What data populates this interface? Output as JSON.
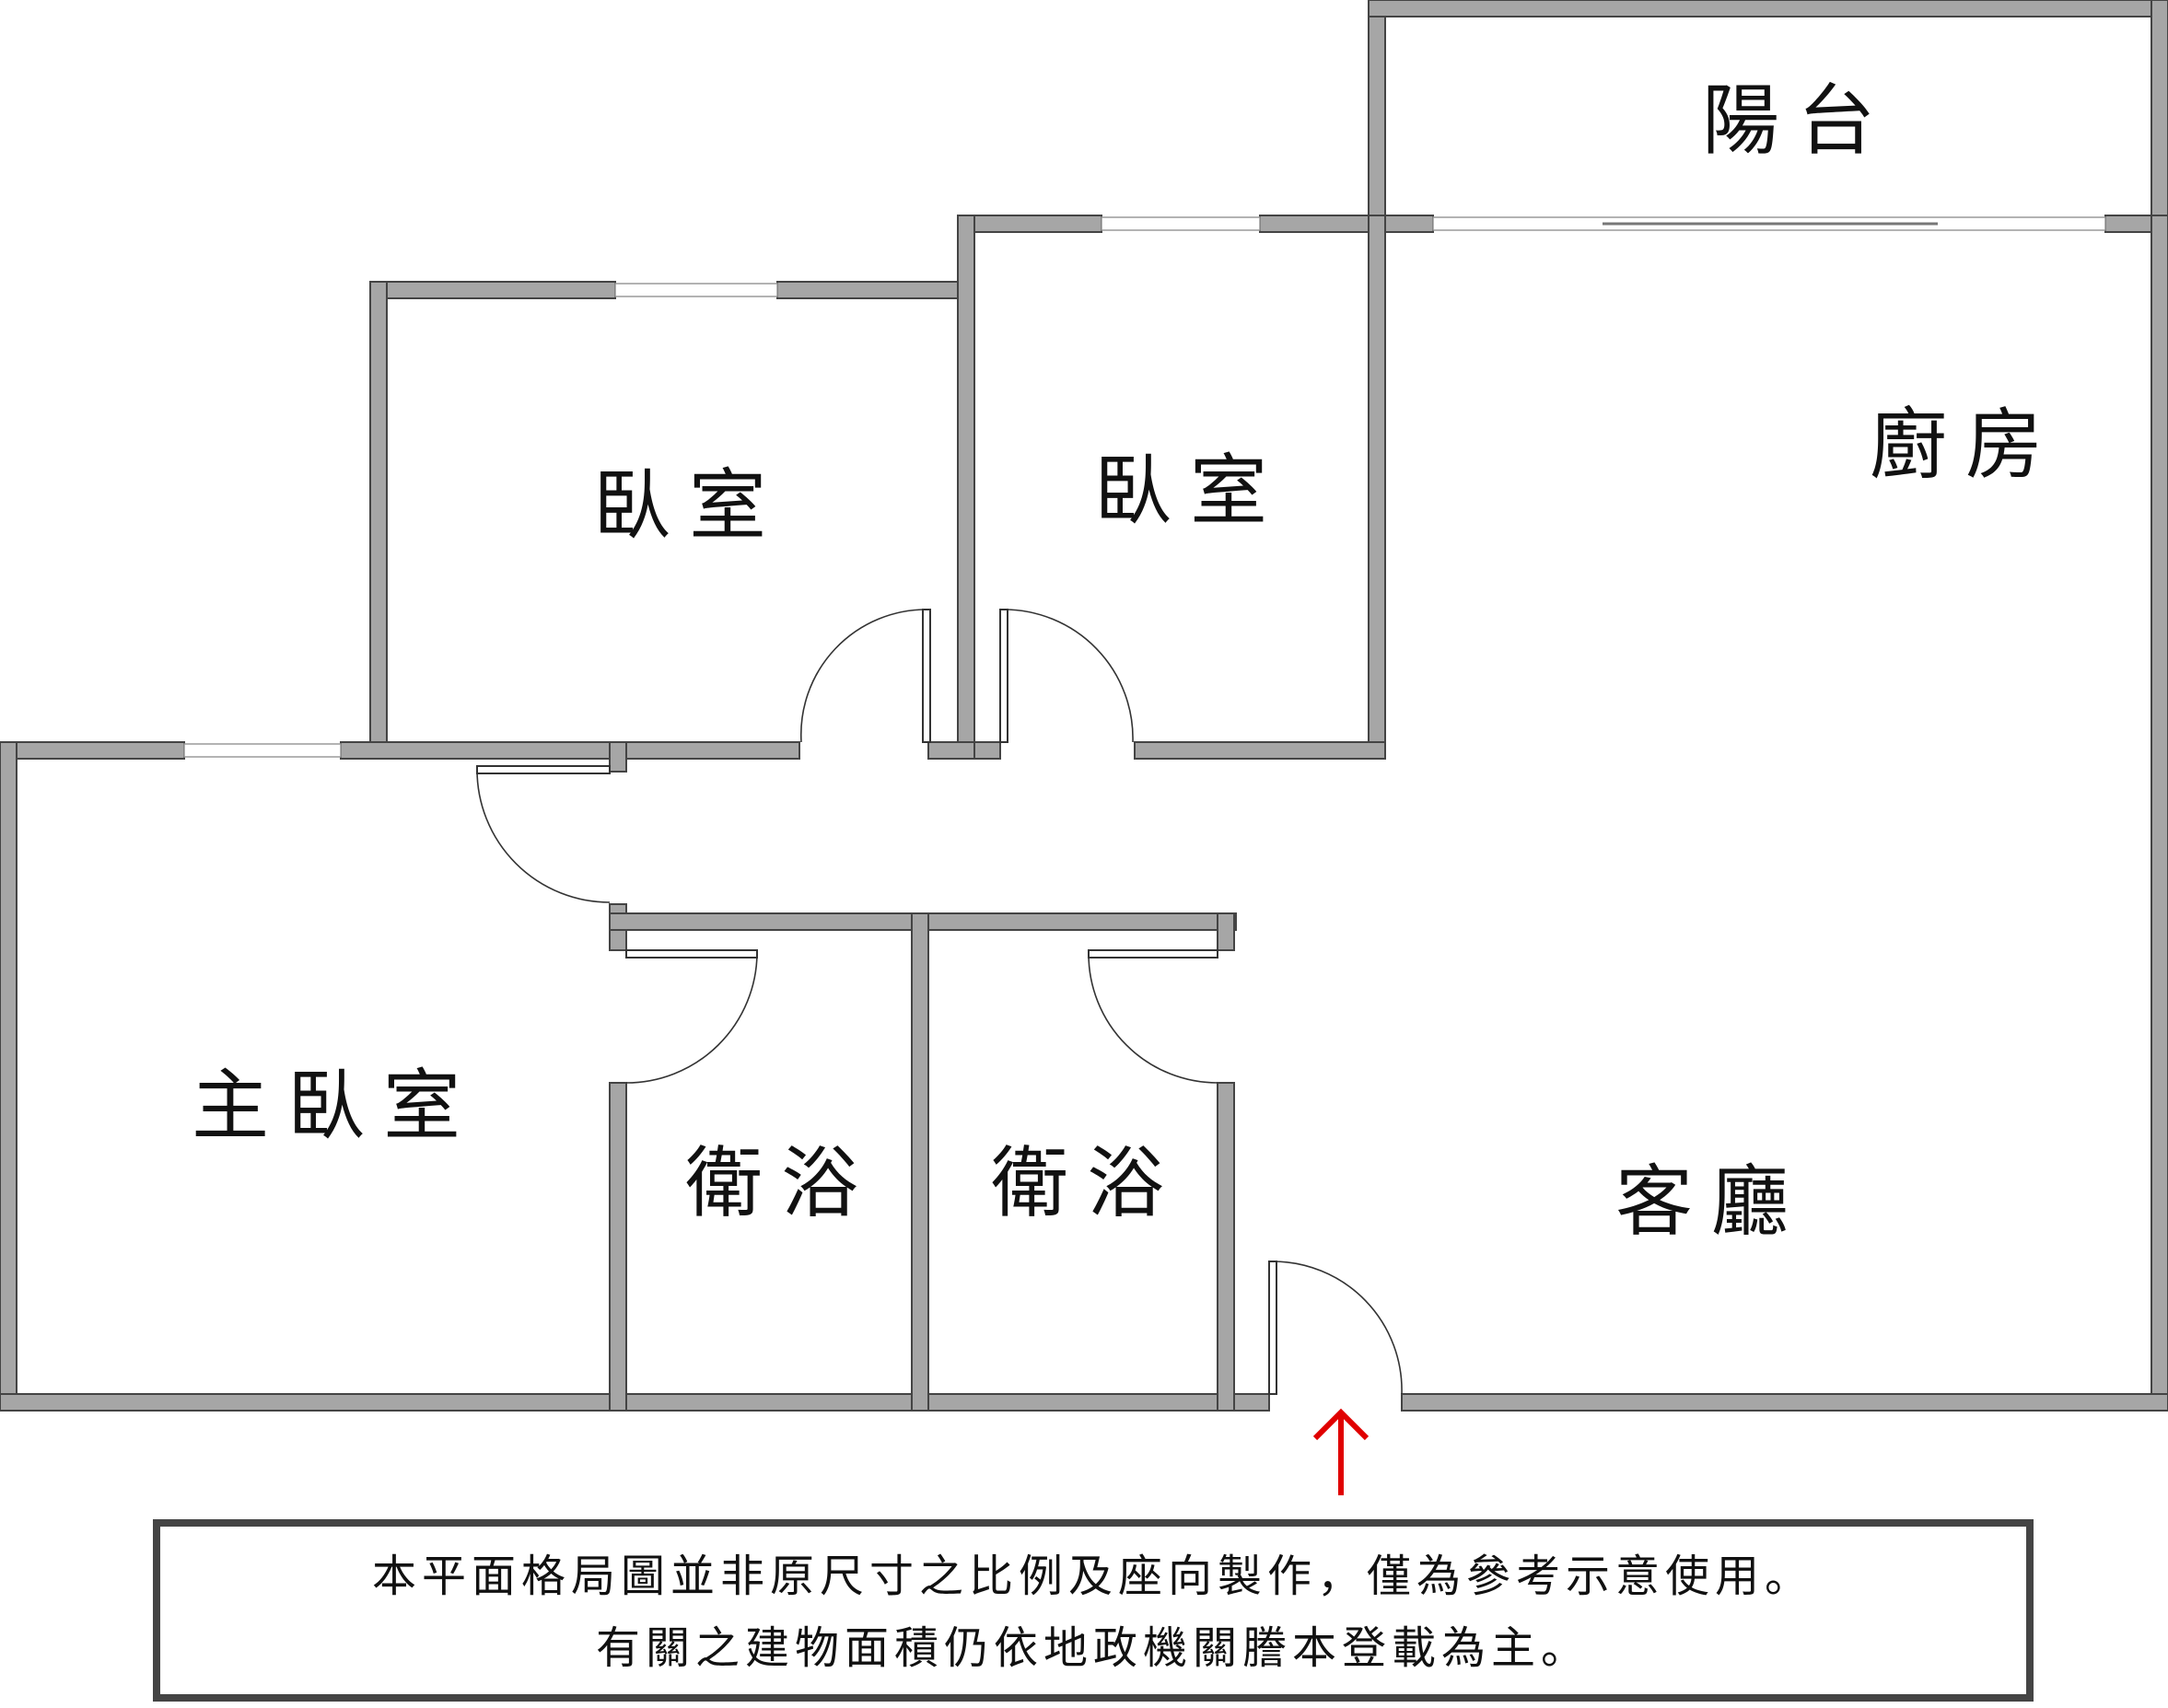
{
  "rooms": {
    "balcony": "陽台",
    "kitchen": "廚房",
    "bedroom_1": "臥室",
    "bedroom_2": "臥室",
    "master_bedroom": "主臥室",
    "bathroom_1": "衛浴",
    "bathroom_2": "衛浴",
    "living_room": "客廳"
  },
  "note": {
    "line1": "本平面格局圖並非原尺寸之比例及座向製作，僅為參考示意使用。",
    "line2": "有關之建物面積仍依地政機關謄本登載為主。"
  },
  "colors": {
    "wall_fill": "#a6a6a6",
    "wall_outline": "#444444",
    "entrance_arrow": "#e00000",
    "note_border": "#444444"
  },
  "icons": {
    "entrance": "arrow-up-icon"
  }
}
